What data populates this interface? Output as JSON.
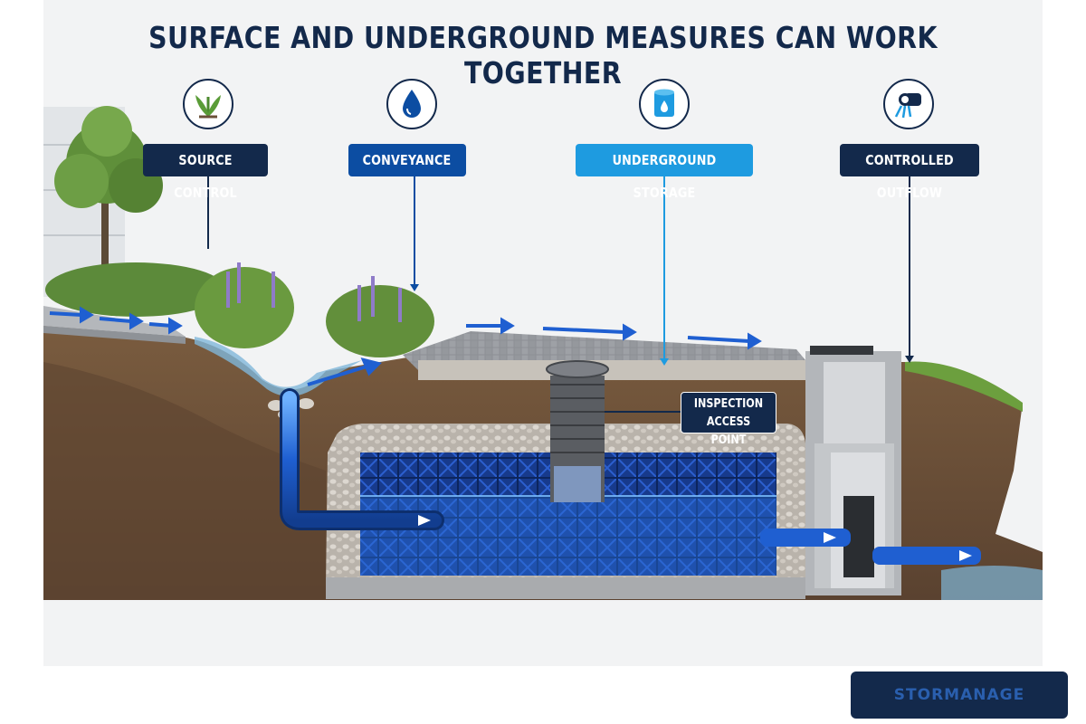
{
  "title": "SURFACE AND UNDERGROUND MEASURES CAN WORK TOGETHER",
  "stages": [
    {
      "label": "SOURCE CONTROL",
      "icon": "plant-icon",
      "color": "#13294b"
    },
    {
      "label": "CONVEYANCE",
      "icon": "water-drop-icon",
      "color": "#0c4da2"
    },
    {
      "label": "UNDERGROUND STORAGE",
      "icon": "storage-tank-icon",
      "color": "#1e9be0"
    },
    {
      "label": "CONTROLLED OUTFLOW",
      "icon": "outflow-pipe-icon",
      "color": "#13294b"
    }
  ],
  "callout": {
    "line1": "INSPECTION",
    "line2": "ACCESS POINT"
  },
  "brand": "STORMANAGE",
  "colors": {
    "navy": "#13294b",
    "blue": "#0c4da2",
    "light_blue": "#1e9be0",
    "water": "#2b6fd6",
    "soil": "#6b5138",
    "gravel": "#c9c4bc"
  }
}
